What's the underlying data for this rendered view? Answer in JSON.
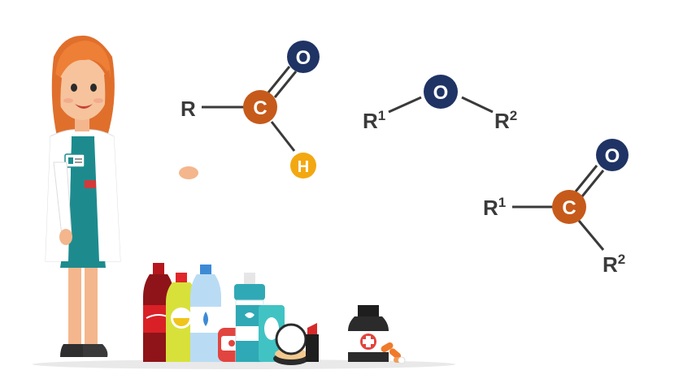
{
  "colors": {
    "oxygen": "#1f3364",
    "carbon": "#c65a1a",
    "hydrogen": "#f3a812",
    "bond": "#3a3a3a",
    "substituent": "#3a3a3a"
  },
  "aldehyde": {
    "r": "R",
    "c": "C",
    "o": "O",
    "h": "H"
  },
  "ether": {
    "r1": "R",
    "r1_sup": "1",
    "o": "O",
    "r2": "R",
    "r2_sup": "2"
  },
  "ketone": {
    "r1": "R",
    "r1_sup": "1",
    "c": "C",
    "o": "O",
    "r2": "R",
    "r2_sup": "2"
  },
  "icons": {
    "character": "scientist-woman-icon",
    "products": [
      "cola-bottle-icon",
      "juice-bottle-icon",
      "water-bottle-icon",
      "mouthwash-bottle-icon",
      "lotion-tube-icon",
      "compact-mirror-icon",
      "lipstick-icon",
      "medicine-bottle-icon",
      "pills-icon"
    ]
  }
}
